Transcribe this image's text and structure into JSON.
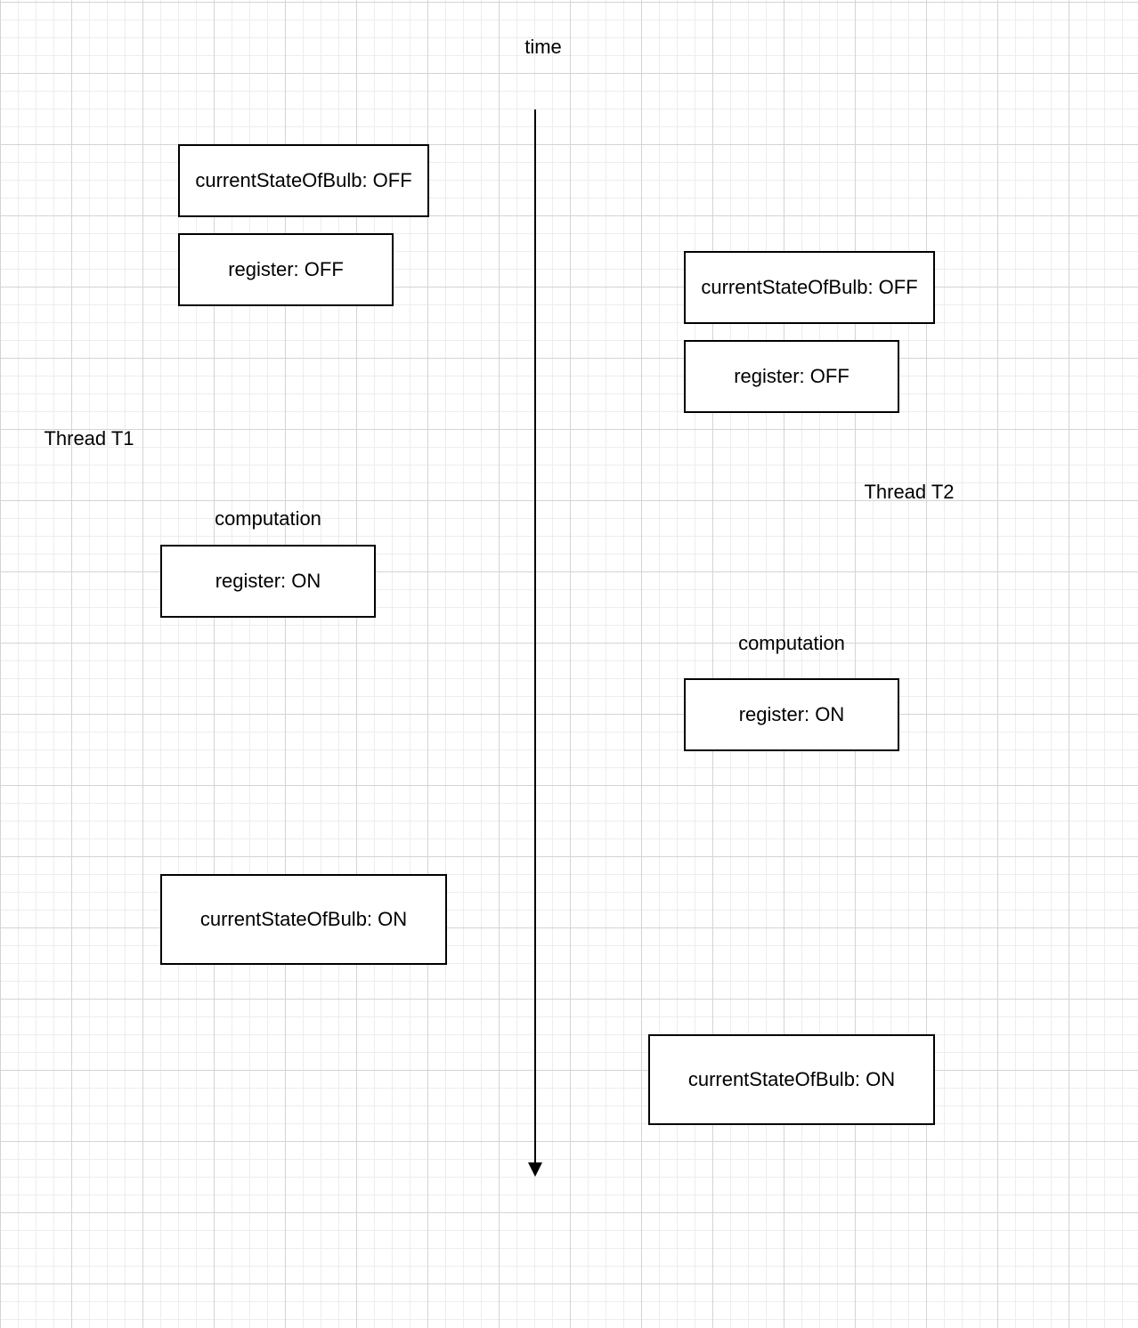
{
  "time_label": "time",
  "thread_t1": {
    "title": "Thread T1",
    "computation_label": "computation",
    "boxes": {
      "read_state": "currentStateOfBulb: OFF",
      "register_read": "register: OFF",
      "register_computed": "register: ON",
      "write_state": "currentStateOfBulb: ON"
    }
  },
  "thread_t2": {
    "title": "Thread T2",
    "computation_label": "computation",
    "boxes": {
      "read_state": "currentStateOfBulb: OFF",
      "register_read": "register: OFF",
      "register_computed": "register: ON",
      "write_state": "currentStateOfBulb: ON"
    }
  }
}
